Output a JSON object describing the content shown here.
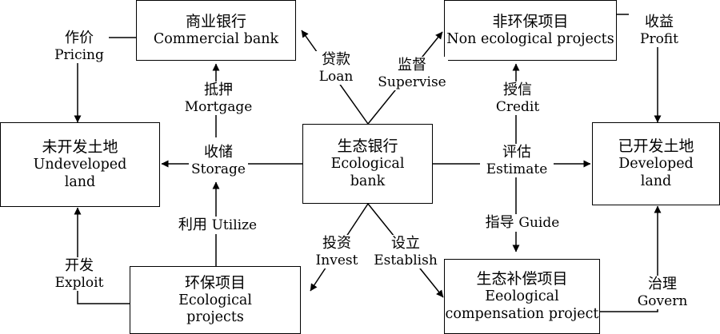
{
  "nodes": {
    "commercial_bank": {
      "zh": "商业银行",
      "en": "Commercial bank"
    },
    "non_eco_projects": {
      "zh": "非环保项目",
      "en": "Non ecological projects"
    },
    "undeveloped_land": {
      "zh": "未开发土地",
      "en1": "Undeveloped",
      "en2": "land"
    },
    "ecological_bank": {
      "zh": "生态银行",
      "en1": "Ecological",
      "en2": "bank"
    },
    "developed_land": {
      "zh": "已开发土地",
      "en1": "Developed",
      "en2": "land"
    },
    "eco_projects": {
      "zh": "环保项目",
      "en1": "Ecological",
      "en2": "projects"
    },
    "eco_comp_project": {
      "zh": "生态补偿项目",
      "en1": "Eeological",
      "en2": "compensation project"
    }
  },
  "edges": {
    "pricing": {
      "zh": "作价",
      "en": "Pricing"
    },
    "mortgage": {
      "zh": "抵押",
      "en": "Mortgage"
    },
    "loan": {
      "zh": "贷款",
      "en": "Loan"
    },
    "supervise": {
      "zh": "监督",
      "en": "Supervise"
    },
    "profit": {
      "zh": "收益",
      "en": "Profit"
    },
    "credit": {
      "zh": "授信",
      "en": "Credit"
    },
    "storage": {
      "zh": "收储",
      "en": "Storage"
    },
    "estimate": {
      "zh": "评估",
      "en": "Estimate"
    },
    "utilize": {
      "zh": "利用",
      "en": "Utilize"
    },
    "guide": {
      "zh": "指导",
      "en": "Guide"
    },
    "exploit": {
      "zh": "开发",
      "en": "Exploit"
    },
    "invest": {
      "zh": "投资",
      "en": "Invest"
    },
    "establish": {
      "zh": "设立",
      "en": "Establish"
    },
    "govern": {
      "zh": "治理",
      "en": "Govern"
    }
  }
}
